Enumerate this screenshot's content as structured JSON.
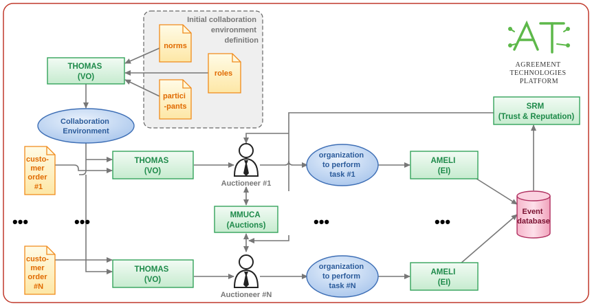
{
  "environment": {
    "title_lines": [
      "Initial collaboration",
      "environment",
      "definition"
    ]
  },
  "docs": {
    "norms": [
      "norms"
    ],
    "roles": [
      "roles"
    ],
    "participants": [
      "partici",
      "-pants"
    ],
    "order1": [
      "custo-",
      "mer",
      "order",
      "#1"
    ],
    "orderN": [
      "custo-",
      "mer",
      "order",
      "#N"
    ]
  },
  "boxes": {
    "thomas_top": [
      "THOMAS",
      "(VO)"
    ],
    "thomas_1": [
      "THOMAS",
      "(VO)"
    ],
    "thomas_n": [
      "THOMAS",
      "(VO)"
    ],
    "mmuca": [
      "MMUCA",
      "(Auctions)"
    ],
    "ameli_1": [
      "AMELI",
      "(EI)"
    ],
    "ameli_n": [
      "AMELI",
      "(EI)"
    ],
    "srm": [
      "SRM",
      "(Trust & Reputation)"
    ]
  },
  "ellipses": {
    "collab": [
      "Collaboration",
      "Environment"
    ],
    "org1": [
      "organization",
      "to perform",
      "task #1"
    ],
    "orgN": [
      "organization",
      "to perform",
      "task #N"
    ]
  },
  "auctioneers": {
    "a1": "Auctioneer #1",
    "aN": "Auctioneer #N"
  },
  "database": [
    "Event",
    "database"
  ],
  "logo": {
    "lines": [
      "AGREEMENT",
      "TECHNOLOGIES",
      "PLATFORM"
    ]
  },
  "ellipsis_mark": "•••",
  "colors": {
    "frame": "#c0392b",
    "green_text": "#1e8a4a",
    "blue_text": "#2a5a9a",
    "orange_text": "#e06a00",
    "db_text": "#7a1030"
  }
}
